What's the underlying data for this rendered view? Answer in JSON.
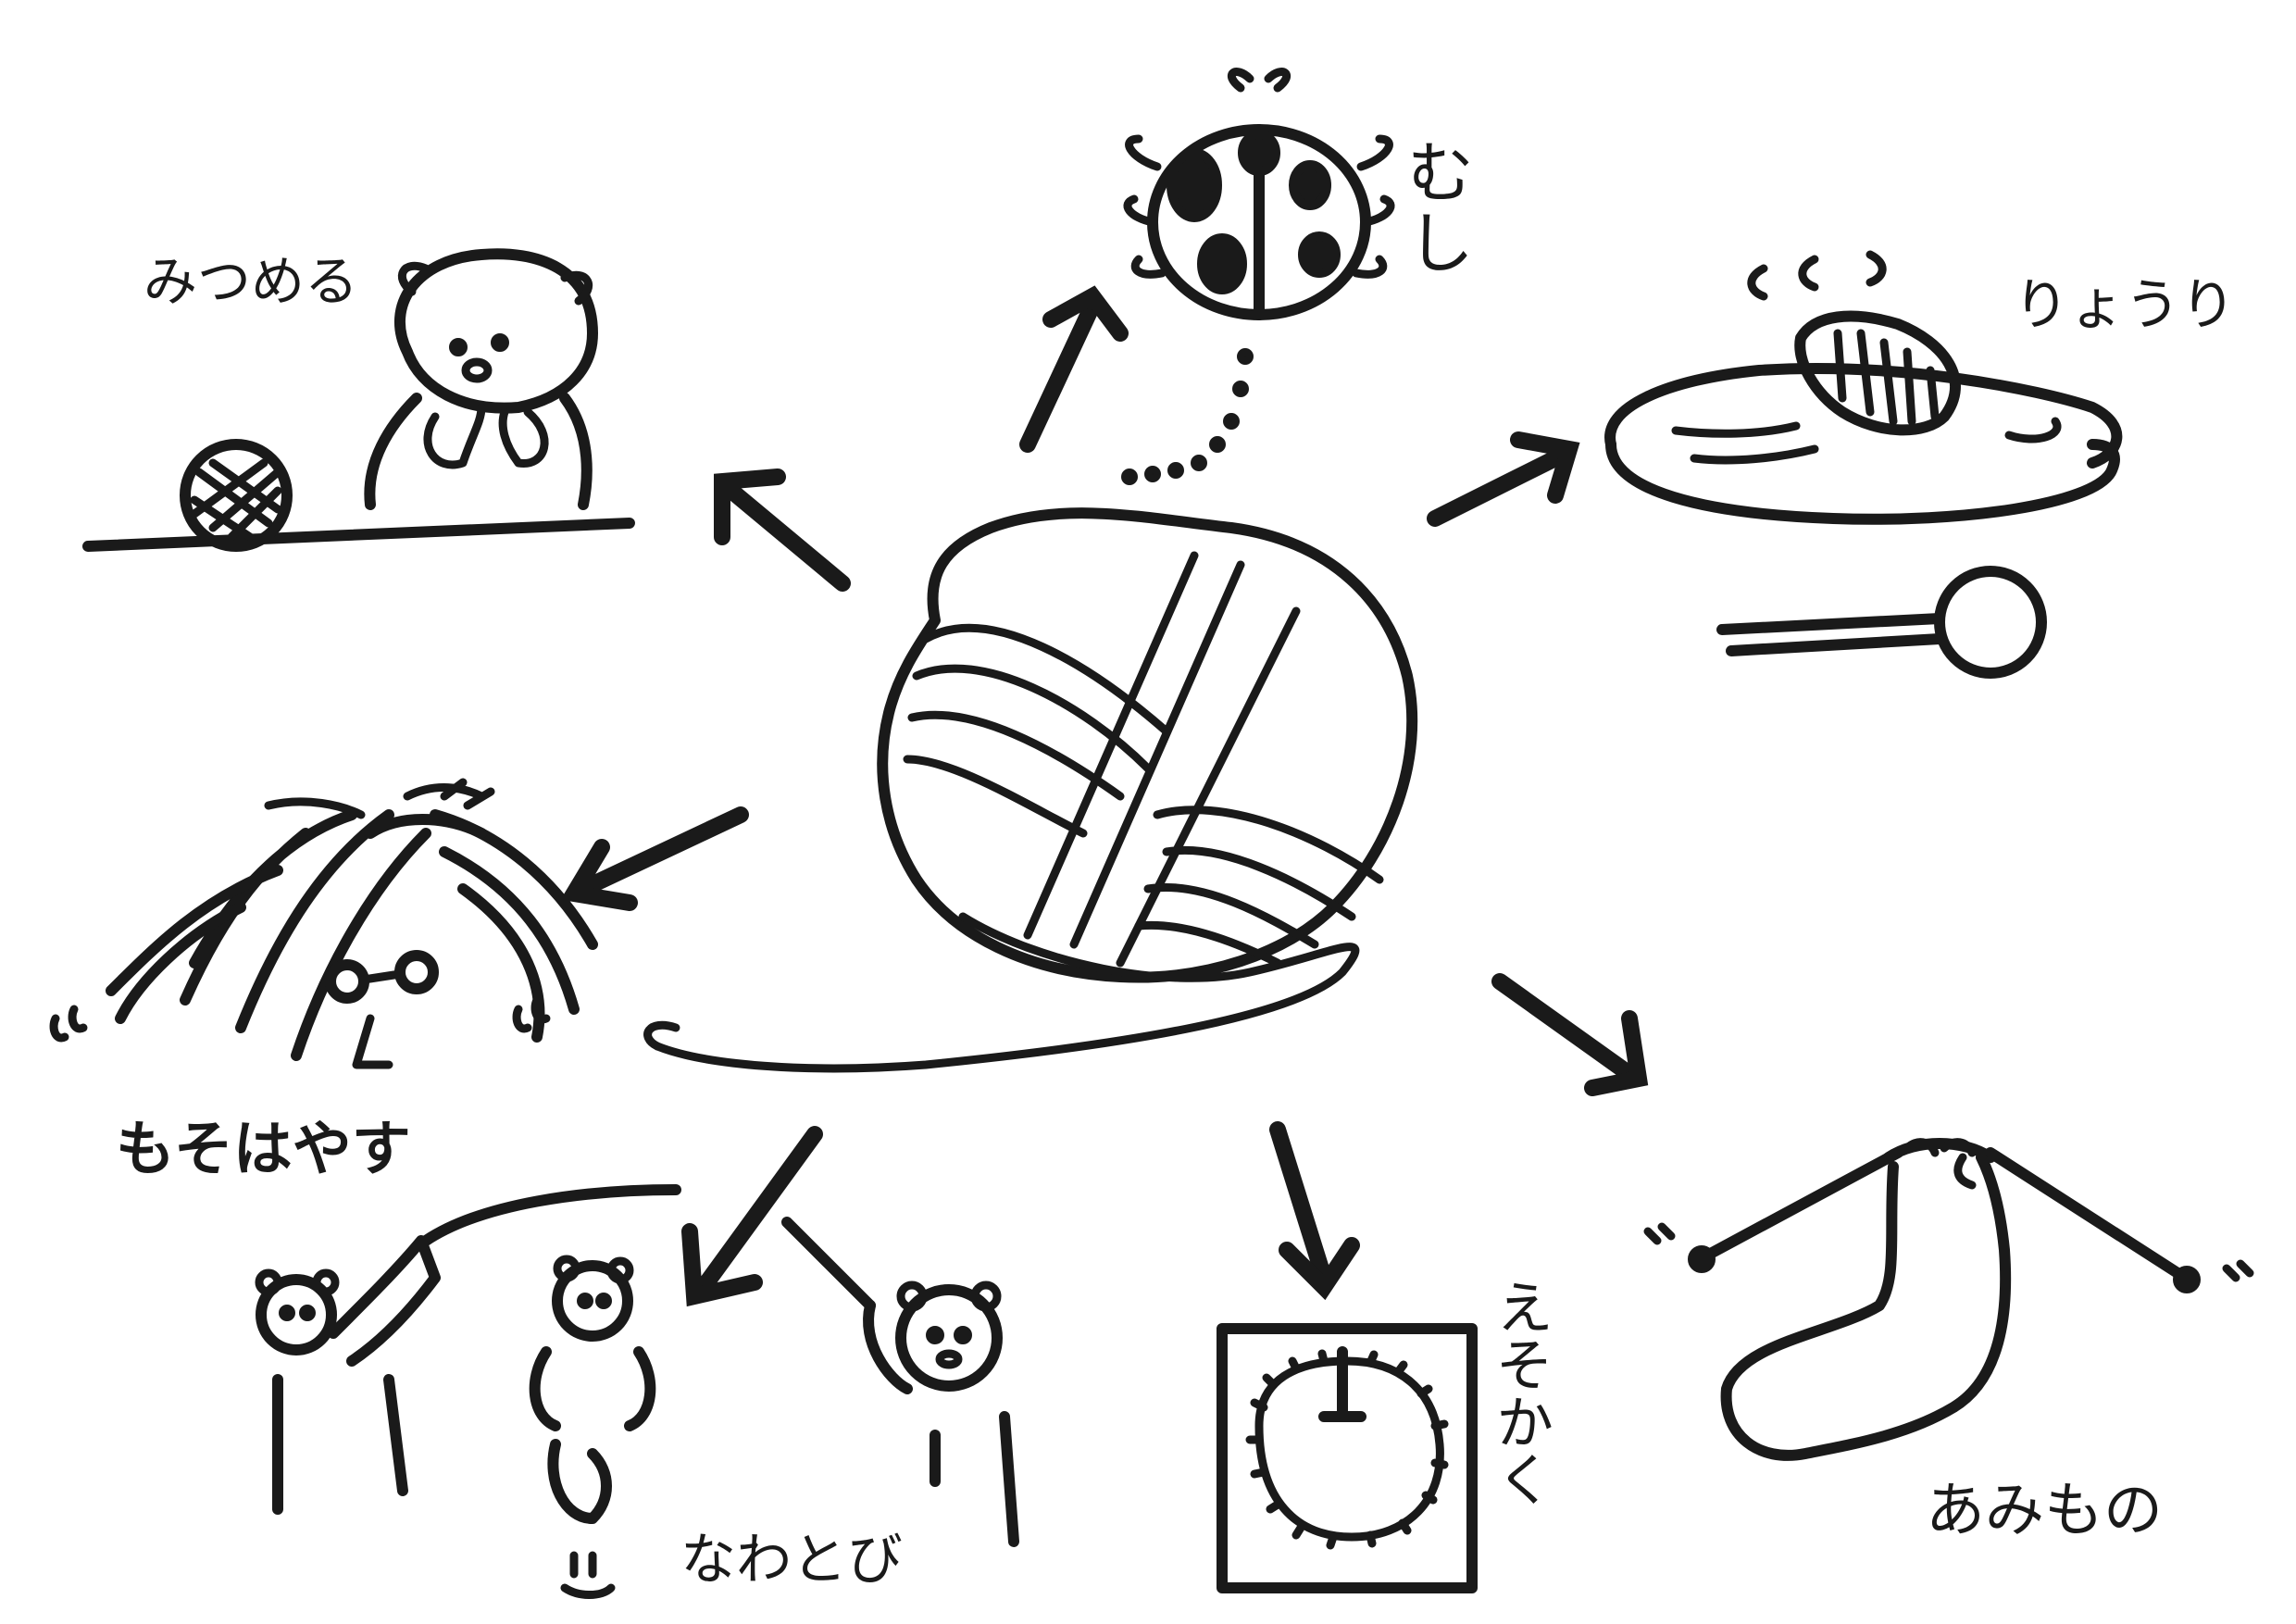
{
  "colors": {
    "ink": "#1a1a1a",
    "paper": "#ffffff"
  },
  "labels": {
    "mushi": "むし",
    "mitsumeru": "みつめる",
    "ryouri": "りょうり",
    "kewohayasu": "もそはやす",
    "amimono": "あみもの",
    "ewokaku": "えそかく",
    "nawatobi": "なわとび"
  },
  "icons": {
    "center": "yarn-ball",
    "mushi": "ladybug",
    "mitsumeru": "bear-with-yarn",
    "ryouri": "plate-with-spoon",
    "kewohayasu": "yarn-hair-face",
    "amimono": "knitting-sock",
    "ewokaku": "framed-yarn-picture",
    "nawatobi": "bears-jump-rope"
  }
}
